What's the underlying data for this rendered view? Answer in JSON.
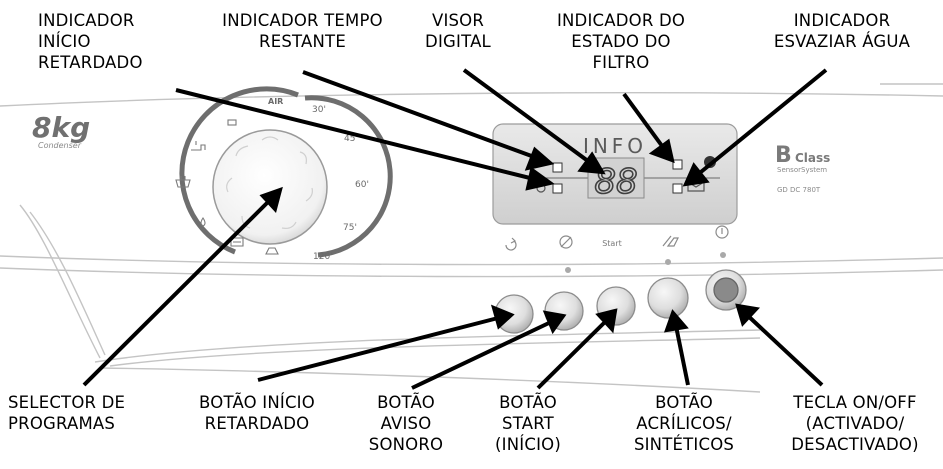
{
  "callouts": {
    "delay_start_indicator": [
      "INDICADOR",
      "INÍCIO",
      "RETARDADO"
    ],
    "time_remaining_indicator": [
      "INDICADOR TEMPO",
      "RESTANTE"
    ],
    "digital_display": [
      "VISOR",
      "DIGITAL"
    ],
    "filter_status_indicator": [
      "INDICADOR DO",
      "ESTADO DO",
      "FILTRO"
    ],
    "empty_water_indicator": [
      "INDICADOR",
      "ESVAZIAR ÁGUA"
    ],
    "program_selector": [
      "SELECTOR DE",
      "PROGRAMAS"
    ],
    "delay_start_button": [
      "BOTÃO INÍCIO",
      "RETARDADO"
    ],
    "buzzer_button": [
      "BOTÃO",
      "AVISO",
      "SONORO"
    ],
    "start_button": [
      "BOTÃO",
      "START",
      "(INÍCIO)"
    ],
    "acrylic_button": [
      "BOTÃO",
      "ACRÍLICOS/",
      "SINTÉTICOS"
    ],
    "on_off_key": [
      "TECLA ON/OFF",
      "(ACTIVADO/",
      "DESACTIVADO)"
    ]
  },
  "panel": {
    "capacity": "8kg",
    "capacity_sub": "Condenser",
    "brand": "Class",
    "brand_initial": "B",
    "brand_sub": "SensorSystem",
    "model": "GD DC 780T",
    "display_title": "INFO",
    "display_digits": "88",
    "dial_labels": {
      "air": "AIR",
      "t30": "30'",
      "t45": "45'",
      "t60": "60'",
      "t75": "75'",
      "t120": "120'"
    },
    "button_caption_start": "Start"
  },
  "colors": {
    "line": "#000000",
    "panel_line": "#b5b5b5",
    "display_bg": "#dcdcdc",
    "dial_ring": "#6e6e6e",
    "button_fill": "#d9d9d9"
  }
}
